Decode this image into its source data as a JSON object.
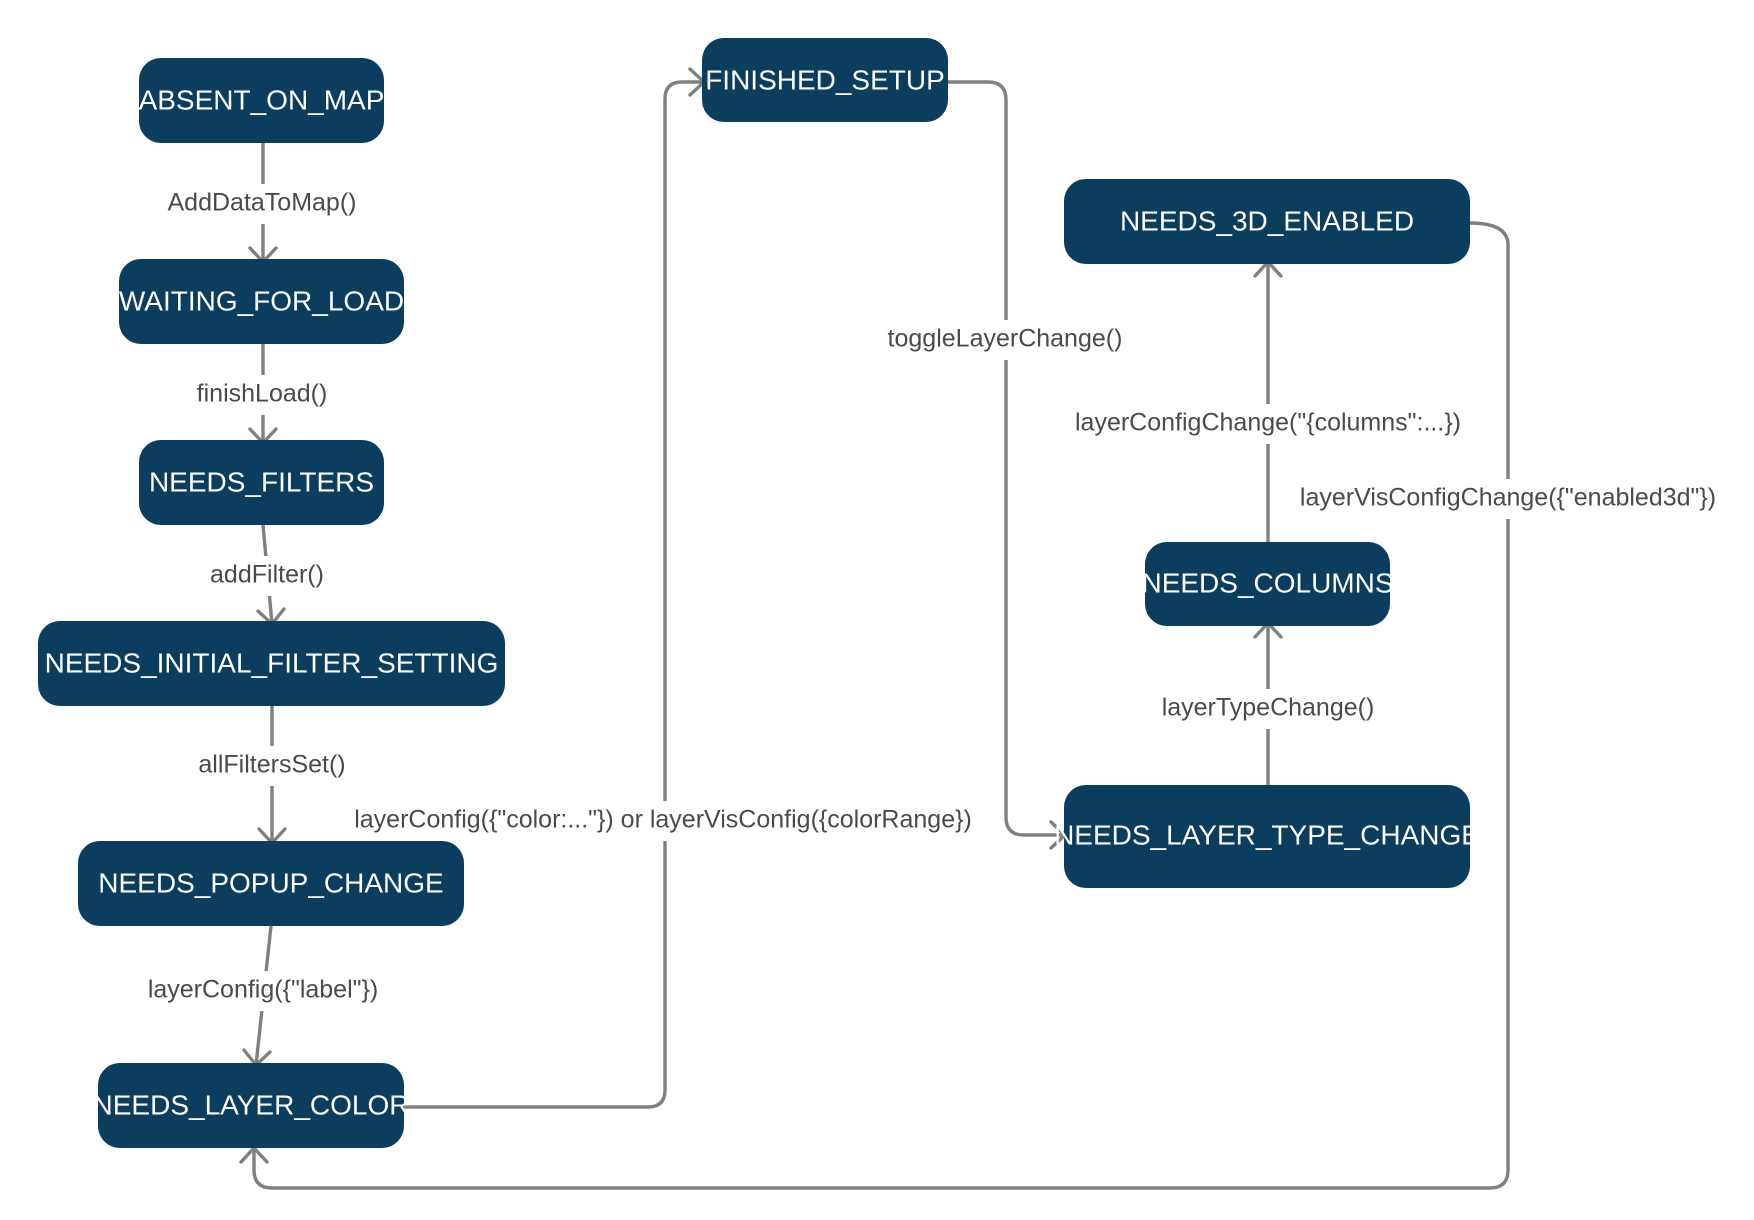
{
  "colors": {
    "node_fill": "#0a3d5e",
    "node_text": "#ffffff",
    "edge": "#808080",
    "label": "#4a4a4a",
    "background": "#ffffff"
  },
  "nodes": {
    "absent_on_map": "ABSENT_ON_MAP",
    "waiting_for_load": "WAITING_FOR_LOAD",
    "needs_filters": "NEEDS_FILTERS",
    "needs_initial_filter_setting": "NEEDS_INITIAL_FILTER_SETTING",
    "needs_popup_change": "NEEDS_POPUP_CHANGE",
    "needs_layer_color": "NEEDS_LAYER_COLOR",
    "finished_setup": "FINISHED_SETUP",
    "needs_3d_enabled": "NEEDS_3D_ENABLED",
    "needs_columns": "NEEDS_COLUMNS",
    "needs_layer_type_change": "NEEDS_LAYER_TYPE_CHANGE"
  },
  "edges": {
    "add_data_to_map": "AddDataToMap()",
    "finish_load": "finishLoad()",
    "add_filter": "addFilter()",
    "all_filters_set": "allFiltersSet()",
    "layer_config_label": "layerConfig({\"label\"})",
    "layer_config_color": "layerConfig({\"color:...\"}) or layerVisConfig({colorRange})",
    "toggle_layer_change": "toggleLayerChange()",
    "layer_type_change": "layerTypeChange()",
    "layer_config_change_columns": "layerConfigChange(\"{columns\":...})",
    "layer_vis_config_change_3d": "layerVisConfigChange({\"enabled3d\"})"
  }
}
